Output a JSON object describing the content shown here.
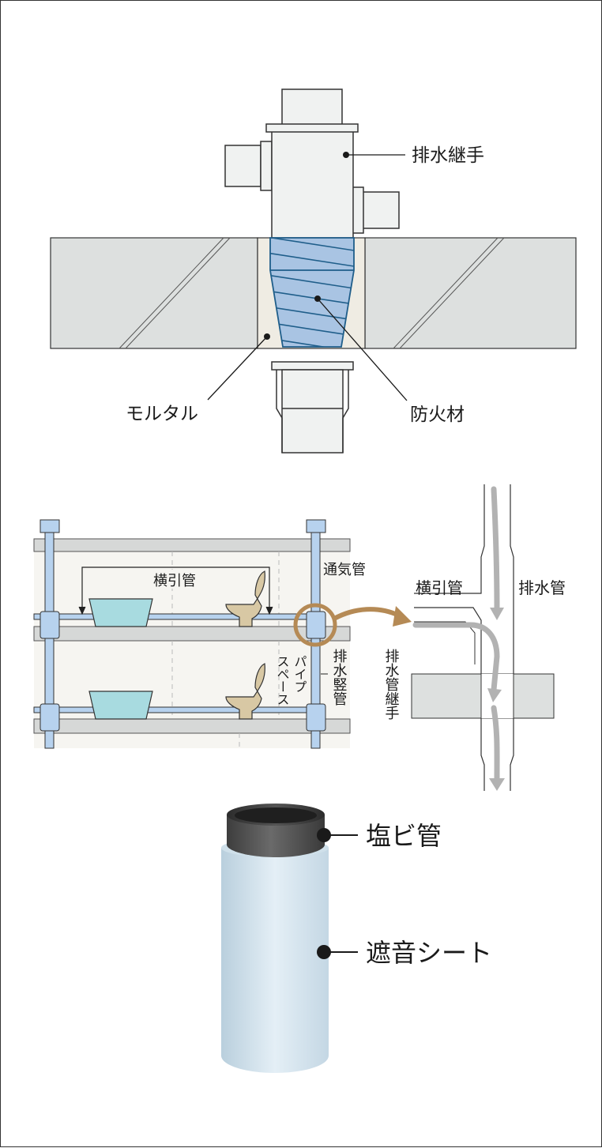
{
  "fig1": {
    "joint_label": "排水継手",
    "mortar_label": "モルタル",
    "fireproof_label": "防火材"
  },
  "fig2": {
    "yokobiki_label": "横引管",
    "tsuki_label": "通気管",
    "pipe_space_label_line1": "パイプ",
    "pipe_space_label_line2": "スペース",
    "tatekan_label": "排水竪管"
  },
  "fig3": {
    "yokobiki_label": "横引管",
    "haisui_label": "排水管",
    "joint_label": "排水管継手"
  },
  "fig4": {
    "pvc_label": "塩ビ管",
    "sheet_label": "遮音シート"
  },
  "colors": {
    "pipe": "#f0f2f1",
    "slab": "#dde0df",
    "fireproof": "#a9c4e3",
    "fireproof_line": "#1f5e8a",
    "mortar": "#efece3",
    "blue_pipe": "#b7d2ee",
    "basin": "#a8dbe0",
    "toilet": "#d8c8a4",
    "arrow_brown": "#b58a55",
    "flow_gray": "#b2b2b2",
    "pvc": "#555555",
    "sheet": "#d2e3ee"
  }
}
